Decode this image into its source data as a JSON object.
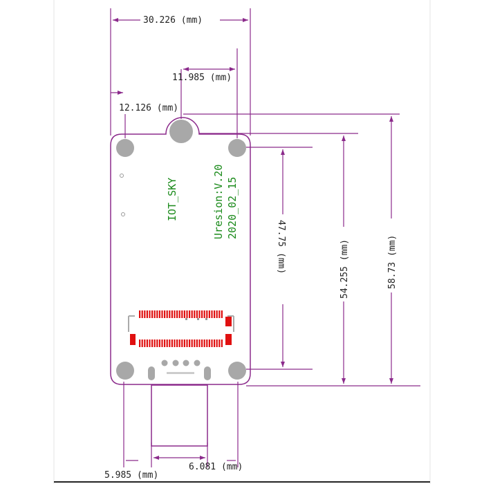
{
  "colors": {
    "outline": "#8b2a8b",
    "pad": "#a8a8a8",
    "silkscreen": "#1a8a1a",
    "connector": "#e01010",
    "text": "#222222"
  },
  "dimensions": {
    "overall_width": "30.226 (mm)",
    "mount_hole_offset": "11.985 (mm)",
    "notch_offset": "12.126 (mm)",
    "hole_vertical_spacing": "47.75 (mm)",
    "board_height_body": "54.255 (mm)",
    "board_height_total": "58.73 (mm)",
    "bottom_hole_offset": "5.985 (mm)",
    "usb_offset": "6.081 (mm)"
  },
  "silkscreen": {
    "board_name": "IOT_SKY",
    "version": "Uresion:V.20",
    "date": "2020_02_15"
  }
}
